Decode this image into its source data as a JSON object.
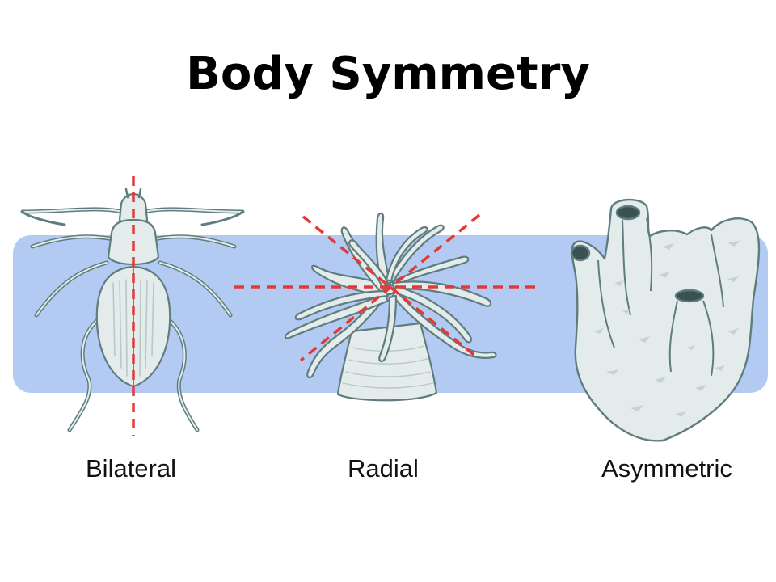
{
  "title": "Body Symmetry",
  "labels": {
    "bilateral": "Bilateral",
    "radial": "Radial",
    "asymmetric": "Asymmetric"
  },
  "colors": {
    "band": "#b3caf3",
    "symmetry_line": "#e53935",
    "animal_fill": "#e3eceb",
    "animal_stroke": "#5f7d7e"
  },
  "icons": [
    "beetle-icon",
    "sea-anemone-icon",
    "sponge-icon"
  ]
}
